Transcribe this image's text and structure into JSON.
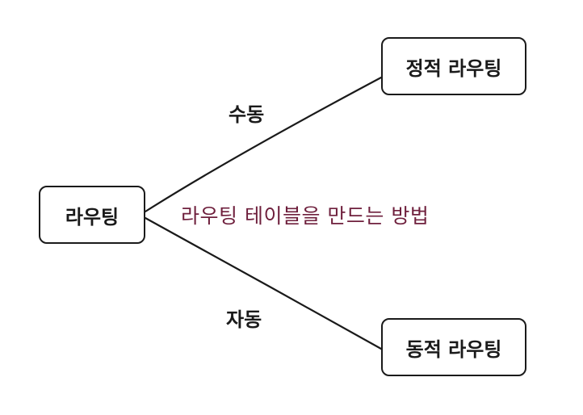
{
  "nodes": {
    "root": "라우팅",
    "static": "정적 라우팅",
    "dynamic": "동적 라우팅"
  },
  "edges": {
    "manual": "수동",
    "auto": "자동"
  },
  "note": "라우팅 테이블을 만드는 방법",
  "colors": {
    "stroke": "#1a1a1a",
    "note": "#6e1f3c"
  }
}
